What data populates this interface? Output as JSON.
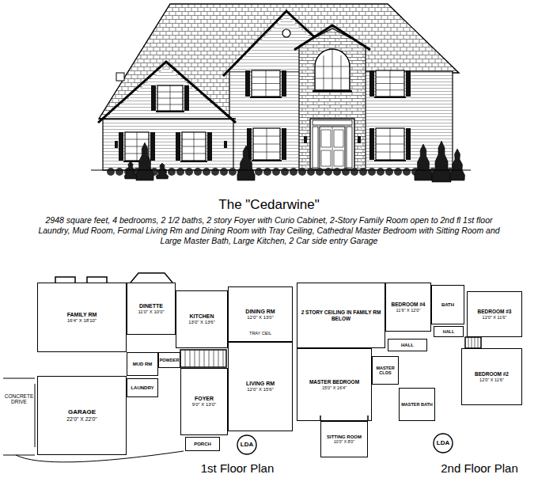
{
  "diagram": {
    "title": "The \"Cedarwine\"",
    "caption": "2948 square feet, 4 bedrooms, 2 1/2 baths, 2 story Foyer with Curio Cabinet, 2-Story Family Room open to 2nd fl 1st floor Laundry, Mud Room, Formal Living Rm and Dining Room with Tray Ceiling, Cathedral Master Bedroom with Sitting Room and Large Master Bath, Large Kitchen, 2 Car side entry Garage",
    "nodes": [
      {
        "text": [
          "FAMILY RM",
          "16'4\" X 18'10\""
        ]
      },
      {
        "text": [
          "DINETTE",
          "11'0\" X 10'0\""
        ]
      },
      {
        "text": [
          "KITCHEN",
          "13'0\" X 13'6\""
        ]
      },
      {
        "text": [
          "DINING RM",
          "12'0\" X 13'0\""
        ]
      },
      {
        "text": [
          "MUD RM"
        ]
      },
      {
        "text": [
          "POWDER"
        ]
      },
      {
        "text": [
          "LAUNDRY"
        ]
      },
      {
        "text": [
          "LIVING RM",
          "12'0\" X 15'6\""
        ]
      },
      {
        "text": [
          "GARAGE",
          "22'0\" X 22'0\""
        ]
      },
      {
        "text": [
          "FOYER",
          "9'0\" X 13'0\""
        ]
      },
      {
        "text": [
          "PORCH"
        ]
      },
      {
        "text": [
          "2 STORY CEILING IN FAMILY RM BELOW"
        ]
      },
      {
        "text": [
          "BEDROOM #4",
          "11'6\" X 12'0\""
        ]
      },
      {
        "text": [
          "BATH"
        ]
      },
      {
        "text": [
          "BEDROOM #3",
          "12'0\" X 11'6\""
        ]
      },
      {
        "text": [
          "HALL"
        ]
      },
      {
        "text": [
          "MASTER BEDROOM",
          "15'0\" X 16'4\""
        ]
      },
      {
        "text": [
          "MASTER CLOS"
        ]
      },
      {
        "text": [
          "HALL"
        ]
      },
      {
        "text": [
          "BEDROOM #2",
          "12'0\" X 11'6\""
        ]
      },
      {
        "text": [
          "MASTER BATH"
        ]
      },
      {
        "text": [
          "SITTING ROOM",
          "10'0\" X 8'0\""
        ]
      }
    ],
    "labels": [
      "CONCRETE DRIVE",
      "TRAY CEIL",
      "LDA",
      "1st Floor Plan",
      "LDA",
      "2nd Floor Plan"
    ]
  }
}
